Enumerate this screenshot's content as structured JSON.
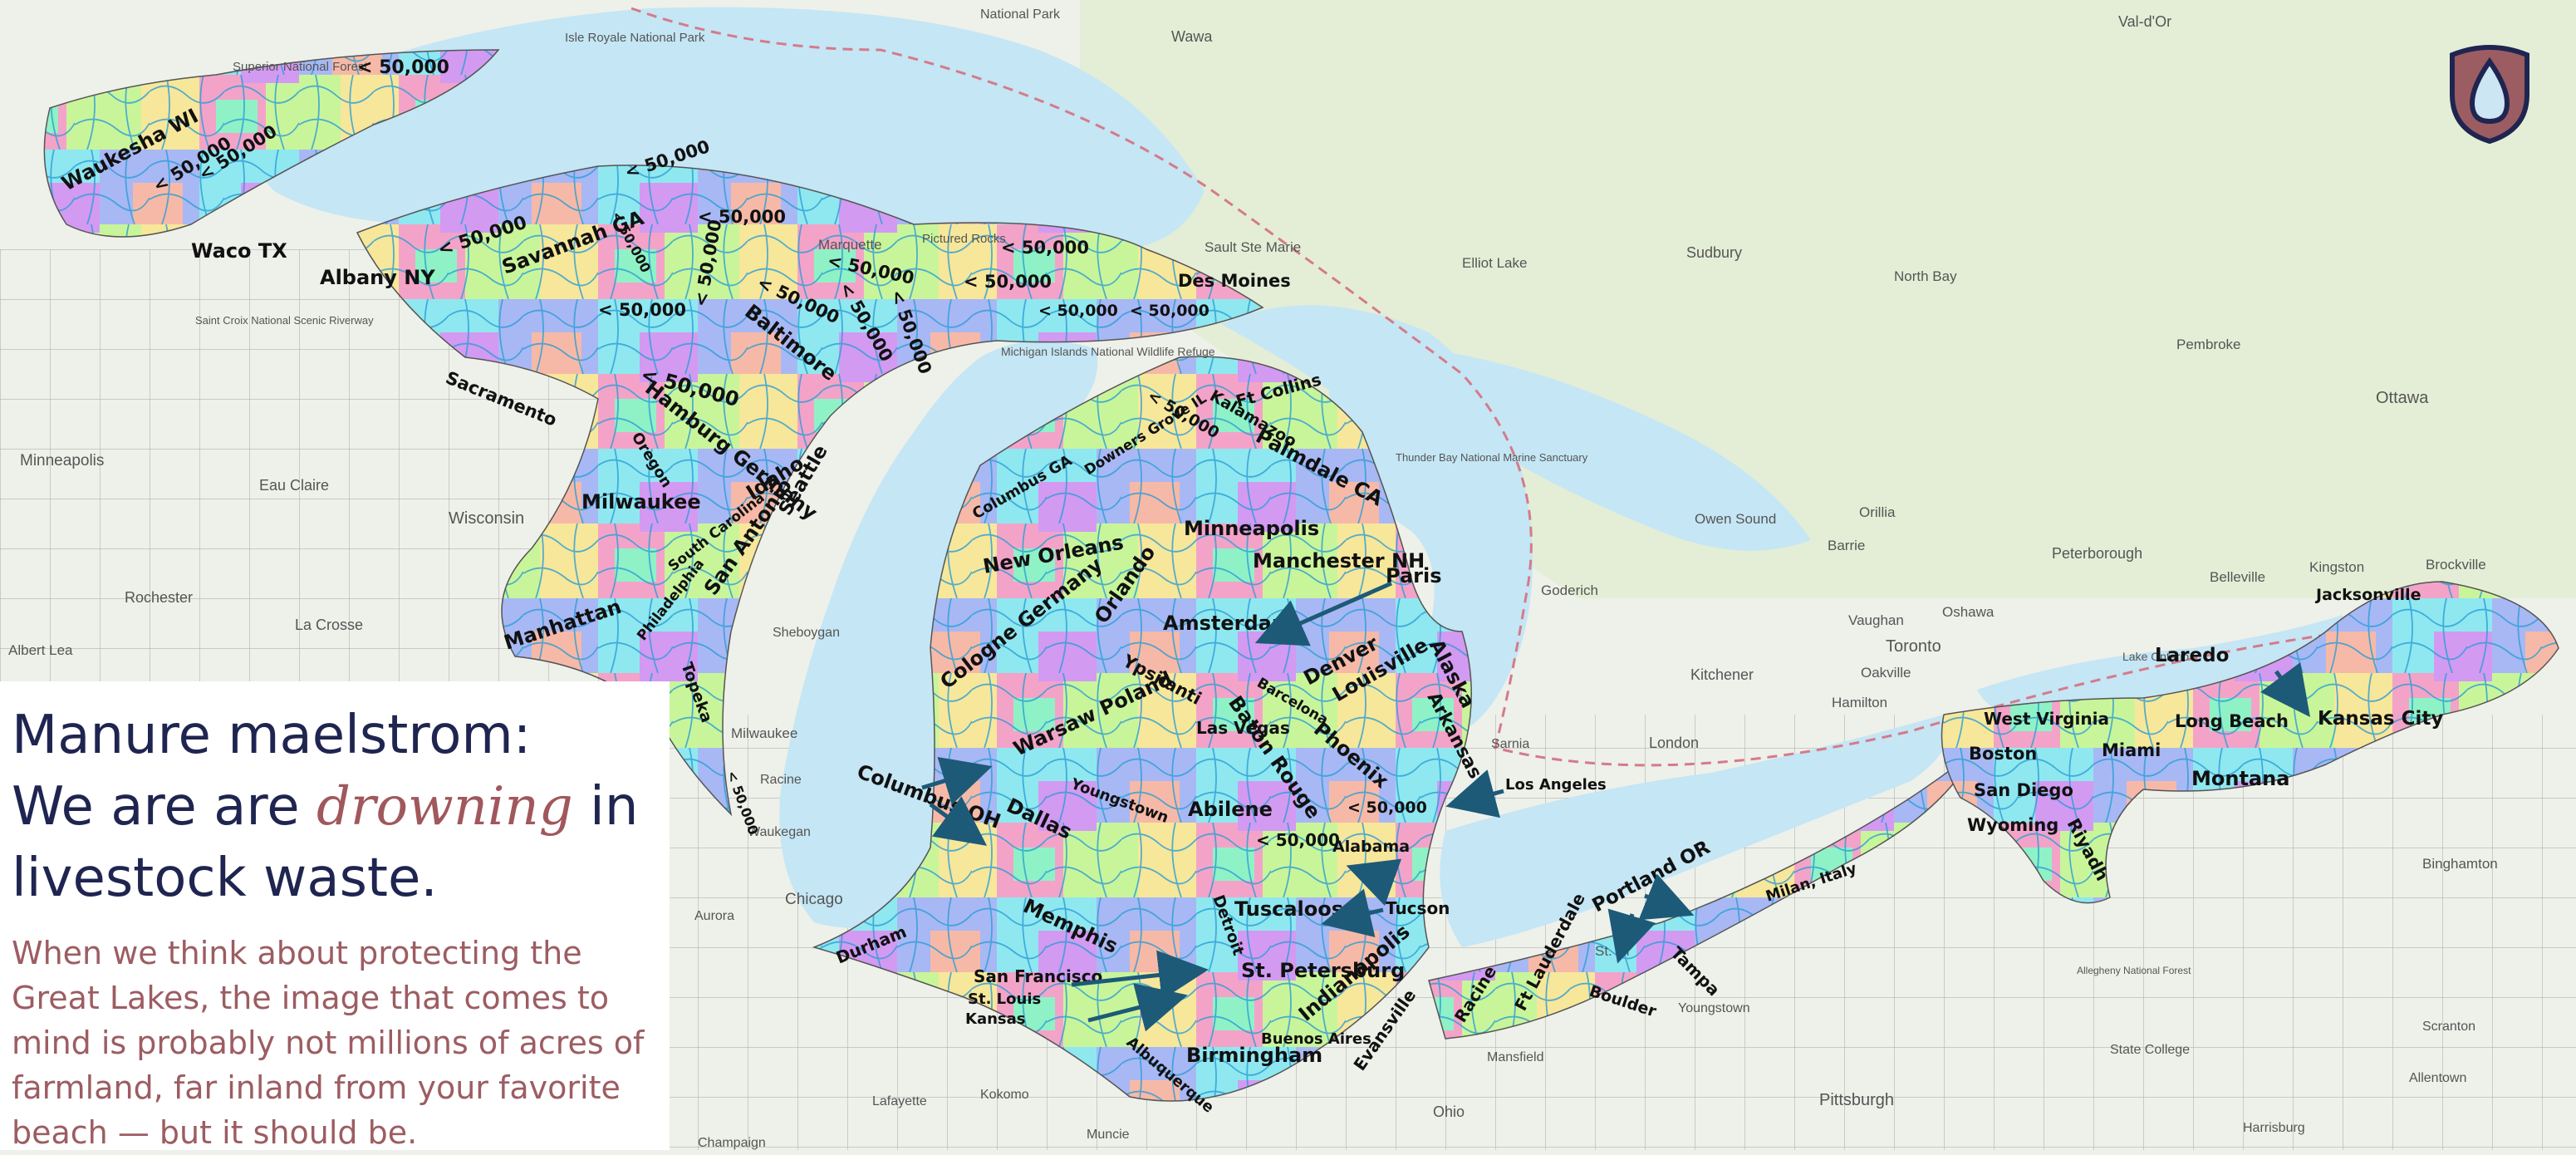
{
  "headline": {
    "line1": "Manure maelstrom:",
    "line2_pre": "We are are",
    "line2_em": "drowning",
    "line2_post": "in",
    "line3": "livestock waste."
  },
  "body_text": "When we think about protecting the Great Lakes, the image that comes to mind is probably not millions of acres of farmland, far inland from your favorite beach — but it should be.",
  "colors": {
    "water": "#c5e6f4",
    "land": "#eef0ea",
    "headline": "#1f2550",
    "accent": "#a0585c",
    "logo_fill": "#9c5d62",
    "arrow": "#1d5a78",
    "watershed_palette": [
      "#8fe8f0",
      "#a8b8f4",
      "#f4a3c8",
      "#c9f59a",
      "#f7e79a",
      "#d39af2",
      "#f7b9a7",
      "#8ff2c6"
    ]
  },
  "logo": {
    "icon": "water-drop-shield-icon"
  },
  "base_map_places": [
    "National Park",
    "Wawa",
    "Val-d'Or",
    "Superior National Forest",
    "Isle Royale National Park",
    "Sault Ste Marie",
    "Elliot Lake",
    "Sudbury",
    "North Bay",
    "Pembroke",
    "Ottawa",
    "Marquette",
    "Pictured Rocks",
    "Michigan Islands National Wildlife Refuge",
    "Saint Croix National Scenic Riverway",
    "Minneapolis",
    "Eau Claire",
    "Wisconsin",
    "Rochester",
    "La Crosse",
    "Albert Lea",
    "Thunder Bay National Marine Sanctuary",
    "Owen Sound",
    "Orillia",
    "Barrie",
    "Peterborough",
    "Belleville",
    "Kingston",
    "Brockville",
    "Vaughan",
    "Oshawa",
    "Toronto",
    "Oakville",
    "Kitchener",
    "Hamilton",
    "Goderich",
    "London",
    "Sarnia",
    "Sheboygan",
    "Milwaukee",
    "Racine",
    "Waukegan",
    "Chicago",
    "Aurora",
    "Mansfield",
    "Youngstown",
    "Pittsburgh",
    "Lafayette",
    "Kokomo",
    "Muncie",
    "Champaign",
    "Ohio",
    "State College",
    "Harrisburg",
    "Allentown",
    "Scranton",
    "Binghamton",
    "Allegheny National Forest",
    "Lake Ontario",
    "St. Cl"
  ],
  "watershed_labels": [
    "< 50,000",
    "Waukesha WI",
    "< 50,000",
    "< 50,000",
    "Waco TX",
    "Albany NY",
    "< 50,000",
    "Savannah GA",
    "< 50,000",
    "< 50,000",
    "< 50,000",
    "< 50,000",
    "< 50,000",
    "< 50,000",
    "< 50,000",
    "< 50,000",
    "< 50,000",
    "< 50,000",
    "< 50,000",
    "< 50,000",
    "< 50,000",
    "Des Moines",
    "Baltimore",
    "< 50,000",
    "Sacramento",
    "Hamburg Germany",
    "Oregon",
    "Milwaukee",
    "Idaho",
    "Seattle",
    "South Carolina",
    "San Antonio",
    "Philadelphia",
    "Manhattan",
    "Topeka",
    "< 50,000",
    "< 50,000",
    "Kalamazoo",
    "Ft Collins",
    "Palmdale CA",
    "Downers Grove IL",
    "Columbus GA",
    "Minneapolis",
    "New Orleans",
    "Manchester NH",
    "Paris",
    "Orlando",
    "Amsterdam",
    "Cologne Germany",
    "Ypsilanti",
    "Barcelona",
    "Denver",
    "Alaska",
    "Louisville",
    "Arkansas",
    "Warsaw Poland",
    "Las Vegas",
    "Baton Rouge",
    "Phoenix",
    "Columbus OH",
    "Youngstown",
    "< 50,000",
    "Los Angeles",
    "Dallas",
    "Abilene",
    "< 50,000",
    "Alabama",
    "Memphis",
    "Detroit",
    "Tuscaloosa",
    "Tucson",
    "St. Petersburg",
    "San Francisco",
    "St. Louis",
    "Kansas",
    "Indianapolis",
    "Birmingham",
    "Buenos Aires",
    "Evansville",
    "Albuquerque",
    "Durham",
    "Racine",
    "Ft Lauderdale",
    "Boulder",
    "Tampa",
    "Portland OR",
    "Milan, Italy",
    "West Virginia",
    "Boston",
    "Miami",
    "San Diego",
    "Wyoming",
    "Riyadh",
    "Long Beach",
    "Montana",
    "Laredo",
    "Kansas City",
    "Jacksonville"
  ]
}
